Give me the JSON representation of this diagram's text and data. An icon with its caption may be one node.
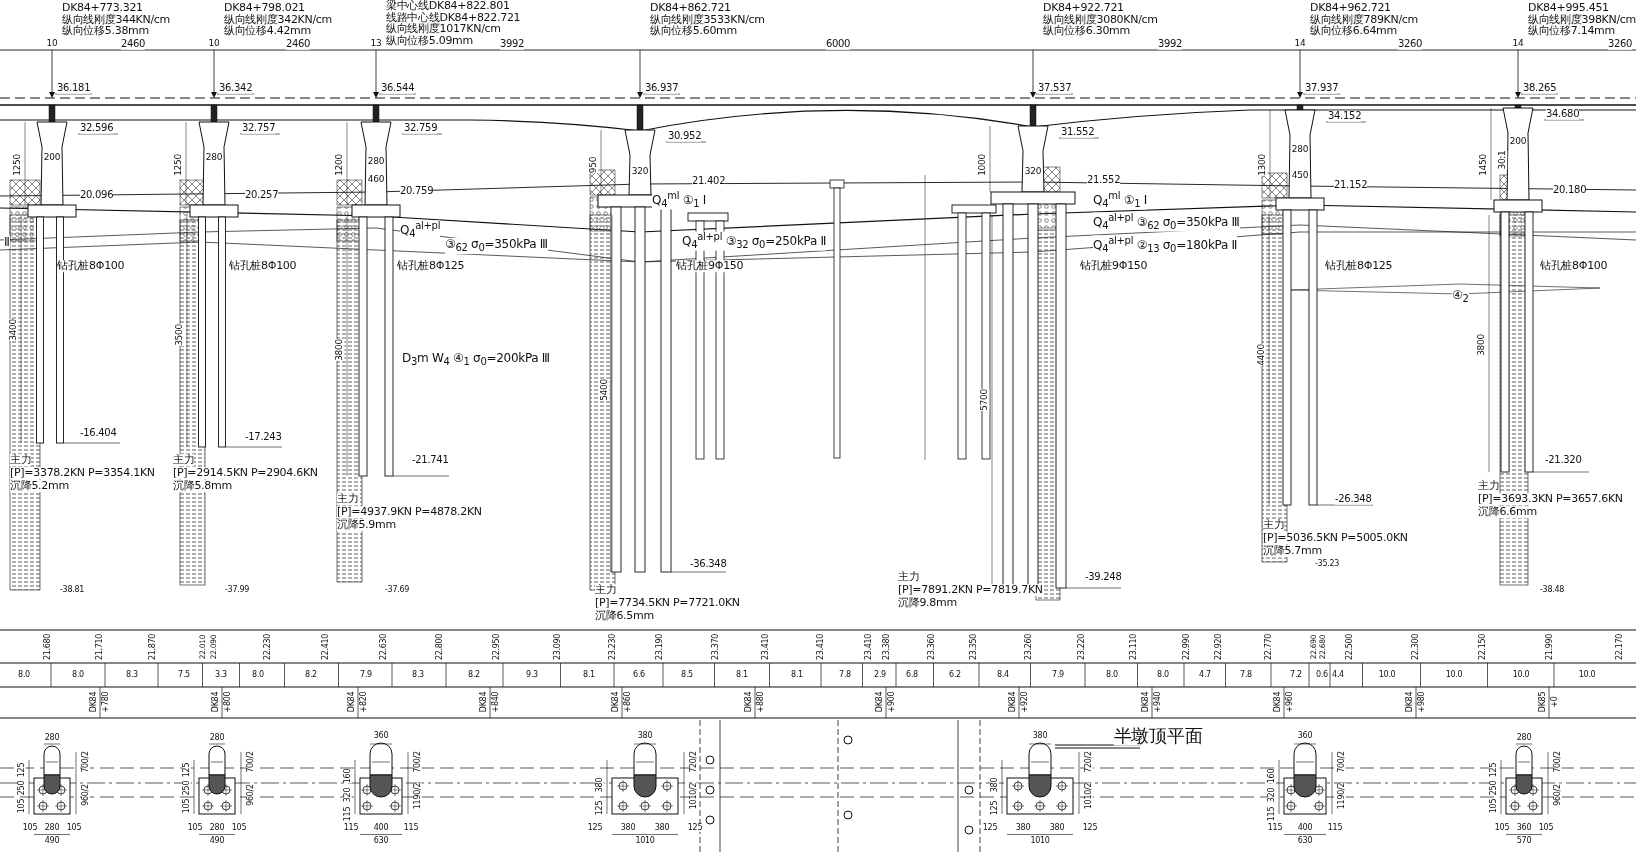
{
  "diagram": {
    "labels": [
      "DK84+773.321",
      "纵向线刚度344KN/cm",
      "纵向位移5.38mm",
      "DK84+798.021",
      "纵向线刚度342KN/cm",
      "纵向位移4.42mm",
      "梁中心线DK84+822.801",
      "线路中心线DK84+822.721",
      "纵向线刚度1017KN/cm",
      "纵向位移5.09mm",
      "DK84+862.721",
      "纵向线刚度3533KN/cm",
      "纵向位移5.60mm",
      "DK84+922.721",
      "纵向线刚度3080KN/cm",
      "纵向位移6.30mm",
      "DK84+962.721",
      "纵向线刚度789KN/cm",
      "纵向位移6.64mm",
      "DK84+995.451",
      "纵向线刚度398KN/cm",
      "纵向位移7.14mm",
      "10",
      "2460",
      "10",
      "2460",
      "13",
      "3992",
      "6000",
      "3992",
      "14",
      "3260",
      "14",
      "3260",
      "36.181",
      "36.342",
      "36.544",
      "36.937",
      "37.537",
      "37.937",
      "38.265",
      "32.596",
      "32.757",
      "32.759",
      "30.952",
      "31.552",
      "34.152",
      "34.680",
      "1250",
      "1250",
      "1200",
      "950",
      "1000",
      "1300",
      "1450",
      "200",
      "280",
      "280",
      "460",
      "320",
      "320",
      "280",
      "450",
      "200",
      "30:1",
      "20.096",
      "20.257",
      "20.759",
      "21.402",
      "21.552",
      "21.152",
      "20.180",
      "钻孔桩8Φ100",
      "钻孔桩8Φ100",
      "钻孔桩8Φ125",
      "钻孔桩9Φ150",
      "钻孔桩9Φ150",
      "钻孔桩8Φ125",
      "钻孔桩8Φ100",
      "3400",
      "3500",
      "3800",
      "5400",
      "5700",
      "4400",
      "3800",
      "-16.404",
      "-17.243",
      "主力",
      "主力",
      "-21.741",
      "-21.320",
      "[P]=3378.2KN P=3354.1KN",
      "[P]=2914.5KN P=2904.6KN",
      "沉降5.2mm",
      "沉降5.8mm",
      "主力",
      "主力",
      "-26.348",
      "[P]=3693.3KN P=3657.6KN",
      "[P]=4937.9KN P=4878.2KN",
      "沉降6.6mm",
      "沉降5.9mm",
      "主力",
      "[P]=5036.5KN P=5005.0KN",
      "沉降5.7mm",
      "-36.348",
      "-35.23",
      "主力",
      "-39.248",
      "-38.81",
      "-37.99",
      "-37.69",
      "主力",
      "[P]=7891.2KN P=7819.7KN",
      "-38.48",
      "[P]=7734.5KN P=7721.0KN",
      "沉降9.8mm",
      "沉降6.5mm",
      "Ⅱ",
      "Q$_{4}$$^{al+pl}$",
      "③$_{62}$ σ$_{0}$=350kPa Ⅲ",
      "D$_{3}$m W$_{4}$ ④$_{1}$ σ$_{0}$=200kPa Ⅲ",
      "Q$_{4}$$^{ml}$ ①$_{1}$ Ⅰ",
      "Q$_{4}$$^{al+pl}$ ③$_{32}$ σ$_{0}$=250kPa Ⅱ",
      "Q$_{4}$$^{ml}$ ①$_{1}$ Ⅰ",
      "Q$_{4}$$^{al+pl}$ ③$_{62}$ σ$_{0}$=350kPa Ⅲ",
      "Q$_{4}$$^{al+pl}$ ②$_{13}$ σ$_{0}$=180kPa Ⅱ",
      "④$_{2}$",
      "21.680",
      "21.710",
      "21.870",
      "22.010",
      "22.090",
      "22.230",
      "22.410",
      "22.630",
      "22.800",
      "22.950",
      "23.090",
      "23.230",
      "23.190",
      "23.370",
      "23.410",
      "23.410",
      "23.410",
      "23.380",
      "23.360",
      "23.350",
      "23.260",
      "23.220",
      "23.110",
      "22.990",
      "22.920",
      "22.770",
      "22.690",
      "22.680",
      "22.500",
      "22.300",
      "22.150",
      "21.990",
      "22.170",
      "8.0",
      "8.0",
      "8.3",
      "7.5",
      "3.3",
      "8.0",
      "8.2",
      "7.9",
      "8.3",
      "8.2",
      "9.3",
      "8.1",
      "6.6",
      "8.5",
      "8.1",
      "8.1",
      "7.8",
      "2.9",
      "6.8",
      "6.2",
      "8.4",
      "7.9",
      "8.0",
      "8.0",
      "4.7",
      "7.8",
      "7.2",
      "0.6",
      "4.4",
      "10.0",
      "10.0",
      "10.0",
      "10.0",
      "DK84",
      "+780",
      "DK84",
      "+800",
      "DK84",
      "+820",
      "DK84",
      "+840",
      "DK84",
      "+860",
      "DK84",
      "+880",
      "DK84",
      "+900",
      "DK84",
      "+920",
      "DK84",
      "+940",
      "DK84",
      "+960",
      "DK84",
      "+980",
      "DK85",
      "+0",
      "半墩顶平面",
      "280",
      "125",
      "250",
      "105",
      "700/2",
      "960/2",
      "105",
      "280",
      "105",
      "490",
      "280",
      "125",
      "250",
      "105",
      "700/2",
      "960/2",
      "105",
      "280",
      "105",
      "490",
      "360",
      "160",
      "320",
      "115",
      "700/2",
      "1190/2",
      "115",
      "400",
      "115",
      "630",
      "380",
      "380",
      "125",
      "720/2",
      "1010/2",
      "125",
      "380",
      "380",
      "125",
      "1010",
      "380",
      "380",
      "125",
      "720/2",
      "1010/2",
      "125",
      "380",
      "380",
      "125",
      "1010",
      "360",
      "160",
      "320",
      "115",
      "700/2",
      "1190/2",
      "115",
      "400",
      "115",
      "630",
      "280",
      "125",
      "250",
      "105",
      "700/2",
      "960/2",
      "105",
      "360",
      "105",
      "570"
    ]
  }
}
